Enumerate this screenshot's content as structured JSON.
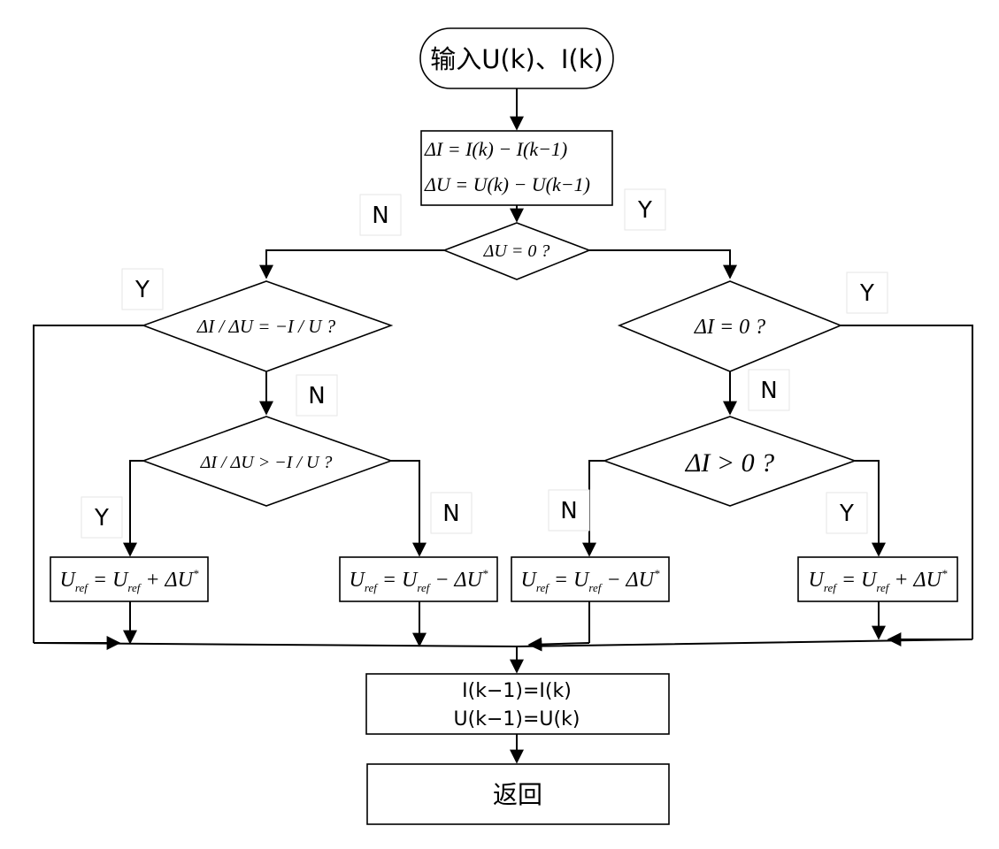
{
  "nodes": {
    "start": "输入U(k)、I(k)",
    "calc_di": "ΔI = I(k) − I(k−1)",
    "calc_du": "ΔU = U(k) − U(k−1)",
    "cond_du0": "ΔU = 0 ?",
    "cond_ratio_eq": "ΔI / ΔU = −I / U ?",
    "cond_di0": "ΔI = 0 ?",
    "cond_ratio_gt": "ΔI / ΔU > −I / U ?",
    "cond_dipos": "ΔI > 0 ?",
    "upd1_lhs": "U",
    "upd1_lsub": "ref",
    "upd1_mid": " = U",
    "upd1_rsub": "ref",
    "upd1_rhs": " + ΔU",
    "upd1_sup": "*",
    "upd2_lhs": "U",
    "upd2_lsub": "ref",
    "upd2_mid": " = U",
    "upd2_rsub": "ref",
    "upd2_rhs": " − ΔU",
    "upd2_sup": "*",
    "upd3_lhs": "U",
    "upd3_lsub": "ref",
    "upd3_mid": " = U",
    "upd3_rsub": "ref",
    "upd3_rhs": " − ΔU",
    "upd3_sup": "*",
    "upd4_lhs": "U",
    "upd4_lsub": "ref",
    "upd4_mid": " = U",
    "upd4_rsub": "ref",
    "upd4_rhs": " + ΔU",
    "upd4_sup": "*",
    "store_i": "I(k−1)=I(k)",
    "store_u": "U(k−1)=U(k)",
    "end": "返回"
  },
  "labels": {
    "du0_no": "N",
    "du0_yes": "Y",
    "ratio_eq_yes": "Y",
    "ratio_eq_no": "N",
    "di0_yes": "Y",
    "di0_no": "N",
    "ratio_gt_yes": "Y",
    "ratio_gt_no": "N",
    "dipos_no": "N",
    "dipos_yes": "Y"
  }
}
